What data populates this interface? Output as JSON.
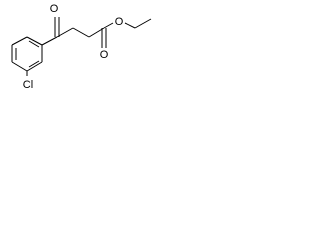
{
  "molecule": {
    "atoms": {
      "carbonyl_oxygen": "O",
      "ester_carbonyl_oxygen": "O",
      "ester_oxygen": "O",
      "chlorine": "Cl"
    },
    "line_color": "#000000",
    "background_color": "#ffffff"
  }
}
